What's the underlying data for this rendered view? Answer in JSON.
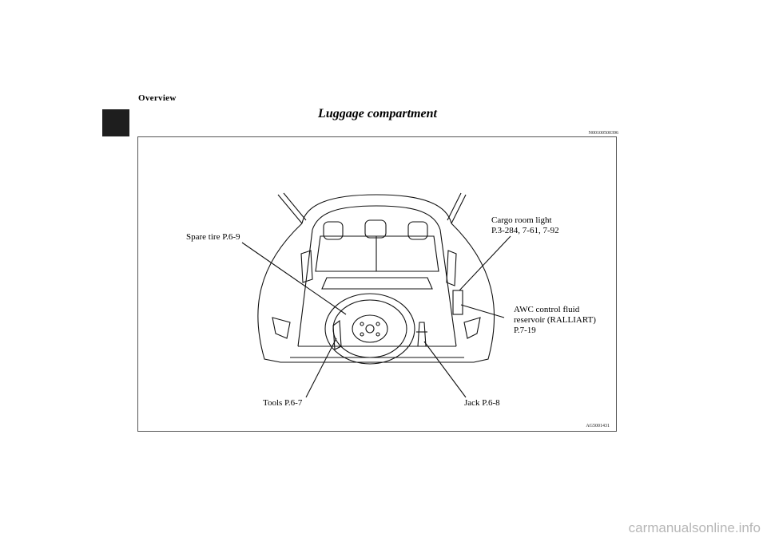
{
  "header": {
    "section_label": "Overview",
    "page_title": "Luggage compartment",
    "doc_code": "N00100500396"
  },
  "figure": {
    "callouts": {
      "cargo_room_light": {
        "line1": "Cargo room light",
        "line2": "P.3-284, 7-61, 7-92"
      },
      "spare_tire": {
        "line1": "Spare tire P.6-9"
      },
      "awc_fluid": {
        "line1": "AWC control fluid",
        "line2": "reservoir (RALLIART)",
        "line3": "P.7-19"
      },
      "tools": {
        "line1": "Tools P.6-7"
      },
      "jack": {
        "line1": "Jack P.6-8"
      }
    },
    "figure_code": "AG5001431"
  },
  "footer": {
    "watermark": "carmanualsonline.info"
  },
  "colors": {
    "tab": "#1e1e1e",
    "watermark": "#b7b7b7"
  }
}
